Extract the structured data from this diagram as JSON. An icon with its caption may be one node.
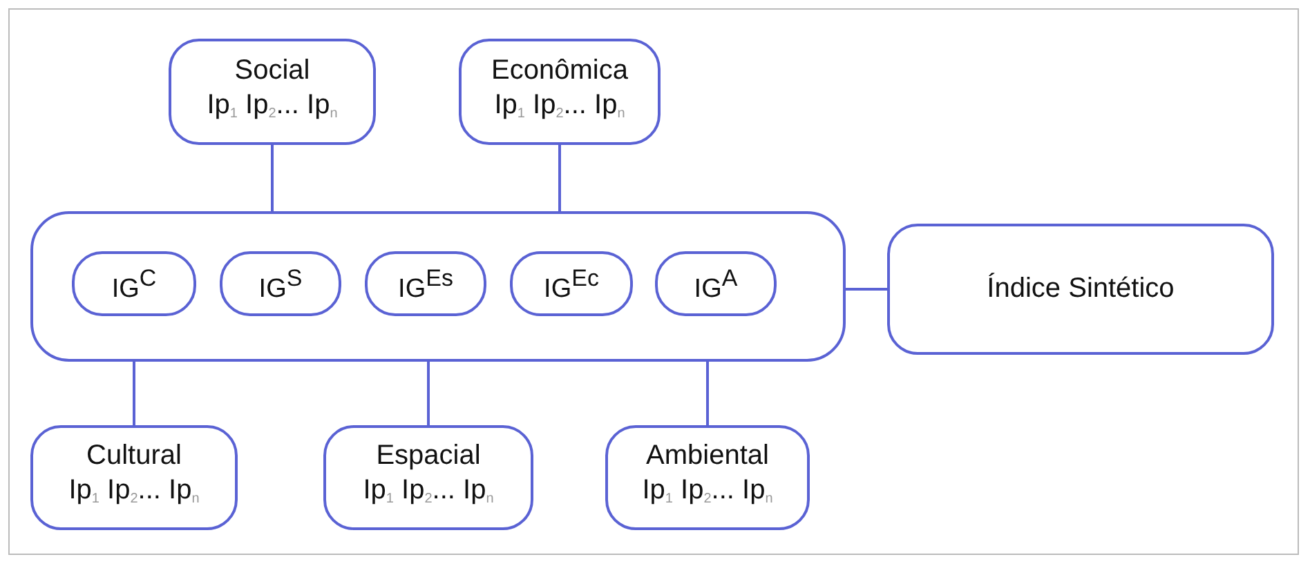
{
  "diagram": {
    "nodes": [
      {
        "text": [
          "Social",
          "Ip$_{1}$ Ip$_{2}$... Ip$_{n}$"
        ]
      },
      {
        "text": [
          "Econômica",
          "Ip$_{1}$ Ip$_{2}$... Ip$_{n}$"
        ]
      },
      {
        "text": [],
        "shape": "box"
      },
      {
        "text": [
          "IG$^{C}$"
        ],
        "in": 2
      },
      {
        "text": [
          "IG$^{S}$"
        ],
        "in": 2
      },
      {
        "text": [
          "IG$^{Es}$"
        ],
        "in": 2
      },
      {
        "text": [
          "IG$^{Ec}$"
        ],
        "in": 2
      },
      {
        "text": [
          "IG$^{A}$"
        ],
        "in": 2
      },
      {
        "text": [
          "Índice Sintético"
        ]
      },
      {
        "text": [
          "Cultural",
          "Ip$_{1}$ Ip$_{2}$... Ip$_{n}$"
        ]
      },
      {
        "text": [
          "Espacial",
          "Ip$_{1}$ Ip$_{2}$... Ip$_{n}$"
        ]
      },
      {
        "text": [
          "Ambiental",
          "Ip$_{1}$ Ip$_{2}$... Ip$_{n}$"
        ]
      }
    ],
    "edges": [
      {
        "from": 0,
        "to": 2,
        "arrow": "none"
      },
      {
        "from": 1,
        "to": 2,
        "arrow": "none"
      },
      {
        "from": 2,
        "to": 8,
        "arrow": "none"
      },
      {
        "from": 2,
        "to": 9,
        "arrow": "none"
      },
      {
        "from": 2,
        "to": 10,
        "arrow": "none"
      },
      {
        "from": 2,
        "to": 11,
        "arrow": "none"
      }
    ]
  }
}
